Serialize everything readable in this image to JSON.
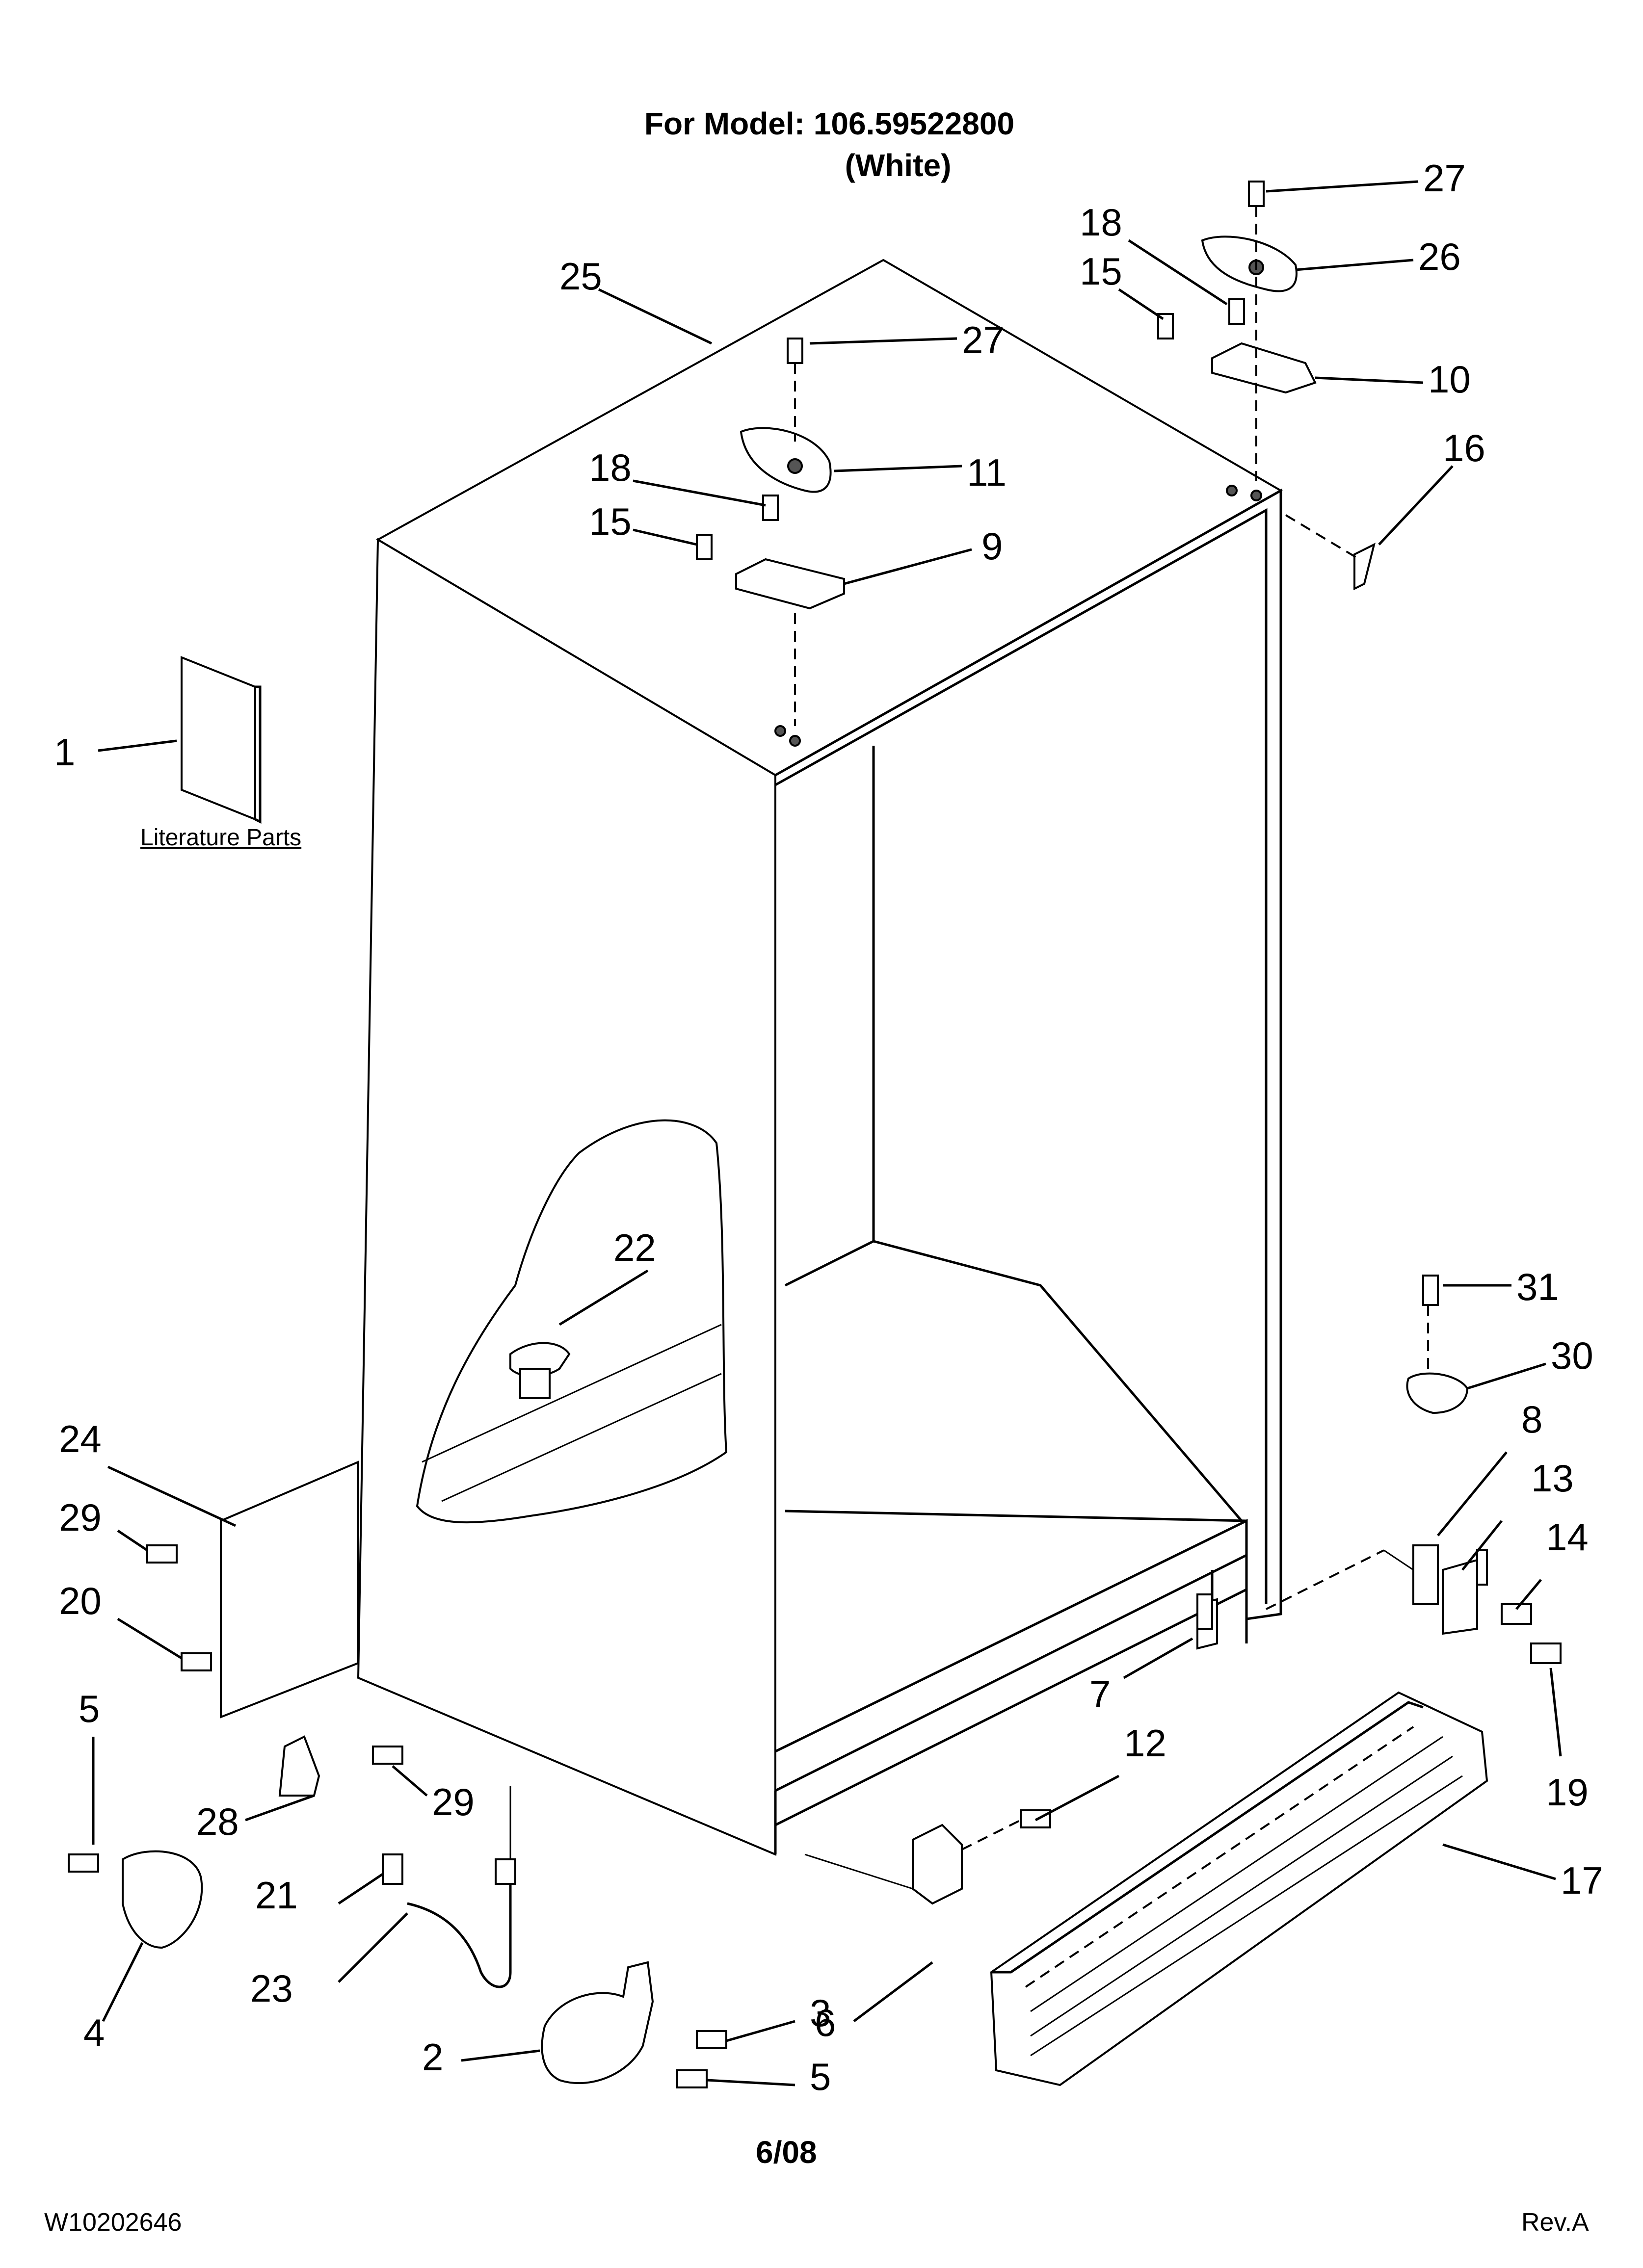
{
  "header": {
    "model_line": "For Model: 106.59522800",
    "color_line": "(White)"
  },
  "footer": {
    "date": "6/08",
    "doc_number": "W10202646",
    "revision": "Rev.A"
  },
  "literature_label": "Literature Parts",
  "callouts": [
    "1",
    "2",
    "3",
    "4",
    "5",
    "5",
    "6",
    "7",
    "8",
    "9",
    "10",
    "11",
    "12",
    "13",
    "14",
    "15",
    "15",
    "16",
    "17",
    "18",
    "18",
    "19",
    "20",
    "21",
    "22",
    "23",
    "24",
    "25",
    "26",
    "27",
    "27",
    "28",
    "29",
    "29",
    "30",
    "31"
  ]
}
